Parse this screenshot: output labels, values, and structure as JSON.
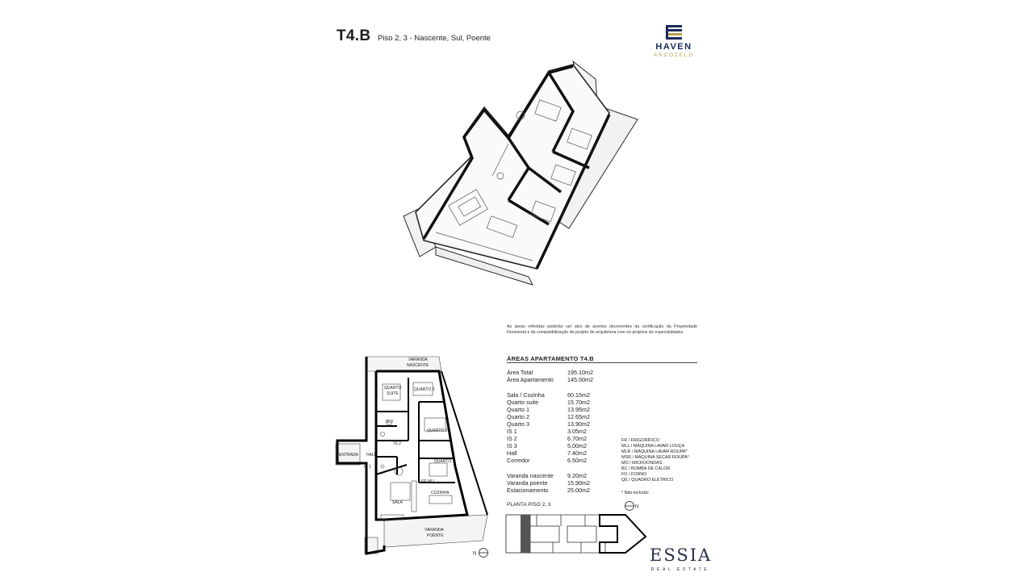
{
  "header": {
    "unit_code": "T4.B",
    "subtitle": "Piso 2, 3 - Nascente, Sul, Poente"
  },
  "brand": {
    "haven": "HAVEN",
    "haven_sub": "ARCOZELO",
    "essia": "ESSIA",
    "essia_sub": "REAL ESTATE"
  },
  "disclaimer": "As áreas referidas poderão ser alvo de acertos decorrentes da certificação da Propriedade Horizontal e da compatibilização do projeto de arquitetura com os projetos de especialidades.",
  "areas": {
    "title": "ÁREAS APARTAMENTO T4.B",
    "totals": [
      {
        "label": "Área Total",
        "value": "195.10m2"
      },
      {
        "label": "Área Apartamento",
        "value": "145.00m2"
      }
    ],
    "rooms": [
      {
        "label": "Sala / Cozinha",
        "value": "60.15m2"
      },
      {
        "label": "Quarto suite",
        "value": "15.70m2"
      },
      {
        "label": "Quarto 1",
        "value": "13.95m2"
      },
      {
        "label": "Quarto 2",
        "value": "12.65m2"
      },
      {
        "label": "Quarto 3",
        "value": "13.90m2"
      },
      {
        "label": "IS 1",
        "value": "3.05m2"
      },
      {
        "label": "IS 2",
        "value": "6.70m2"
      },
      {
        "label": "IS 3",
        "value": "5.00m2"
      },
      {
        "label": "Hall",
        "value": "7.40m2"
      },
      {
        "label": "Corredor",
        "value": "6.50m2"
      }
    ],
    "exterior": [
      {
        "label": "Varanda nascente",
        "value": "9.20m2"
      },
      {
        "label": "Varanda poente",
        "value": "15.90m2"
      },
      {
        "label": "Estacionamento",
        "value": "25.00m2"
      }
    ]
  },
  "legend": [
    "FR / FRIGORÍFICO",
    "MLL / MÁQUINA LAVAR LOUÇA",
    "MLR / MÁQUINA LAVAR ROUPA*",
    "MSR / MÁQUINA SECAR ROUPA*",
    "MO / MICROONDAS",
    "BC / BOMBA DE CALOR",
    "FO / FORNO",
    "QE / QUADRO ELÉTRICO"
  ],
  "note": "* Não incluído",
  "plan_label": "PLANTA PISO 2, 3",
  "compass": "N",
  "floorplan_labels": {
    "varanda_nascente_1": "VARANDA",
    "varanda_nascente_2": "NASCENTE",
    "quarto_suite_1": "QUARTO",
    "quarto_suite_2": "SUITE",
    "quarto_3": "QUARTO 3",
    "is_3": "IS 3",
    "quarto_2": "QUARTO 2",
    "is_2": "IS 2",
    "entrada": "ENTRADA",
    "hall": "HALL",
    "is_1": "IS 1",
    "quarto_1": "QUARTO 1",
    "fr_mll": "FR MLL",
    "cozinha": "COZINHA",
    "sala": "SALA",
    "varanda_poente_1": "VARANDA",
    "varanda_poente_2": "POENTE"
  }
}
